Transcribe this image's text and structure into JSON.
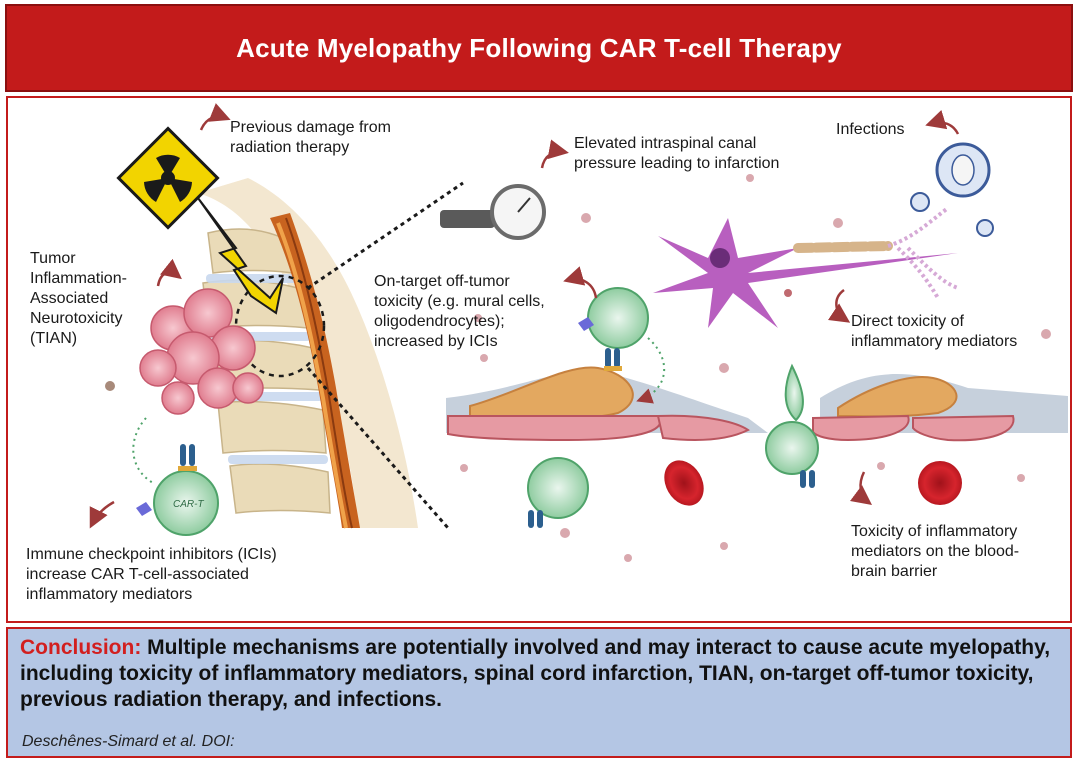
{
  "title": "Acute Myelopathy Following CAR T-cell Therapy",
  "labels": {
    "radiation": [
      "Previous damage from",
      "radiation therapy"
    ],
    "tian": [
      "Tumor",
      "Inflammation-",
      "Associated",
      "Neurotoxicity",
      "(TIAN)"
    ],
    "ici": [
      "Immune checkpoint inhibitors (ICIs)",
      "increase CAR T-cell-associated",
      "inflammatory mediators"
    ],
    "pressure": [
      "Elevated intraspinal canal",
      "pressure leading to infarction"
    ],
    "infections": [
      "Infections"
    ],
    "ontarget": [
      "On-target off-tumor",
      "toxicity (e.g. mural cells,",
      "oligodendrocytes);",
      "increased by ICIs"
    ],
    "direct": [
      "Direct toxicity of",
      "inflammatory mediators"
    ],
    "bbb": [
      "Toxicity of inflammatory",
      "mediators on the blood-",
      "brain barrier"
    ],
    "cart": "CAR-T"
  },
  "conclusion": {
    "keyword": "Conclusion:",
    "text": "Multiple mechanisms are potentially involved and may interact to cause acute myelopathy, including toxicity of inflammatory mediators, spinal cord infarction, TIAN, on-target off-tumor toxicity, previous radiation therapy, and infections.",
    "citation": "Deschênes-Simard et al. DOI:"
  },
  "colors": {
    "header_red": "#c31b1b",
    "conclusion_blue": "#b4c6e4",
    "arrow": "#9e3a3a"
  }
}
